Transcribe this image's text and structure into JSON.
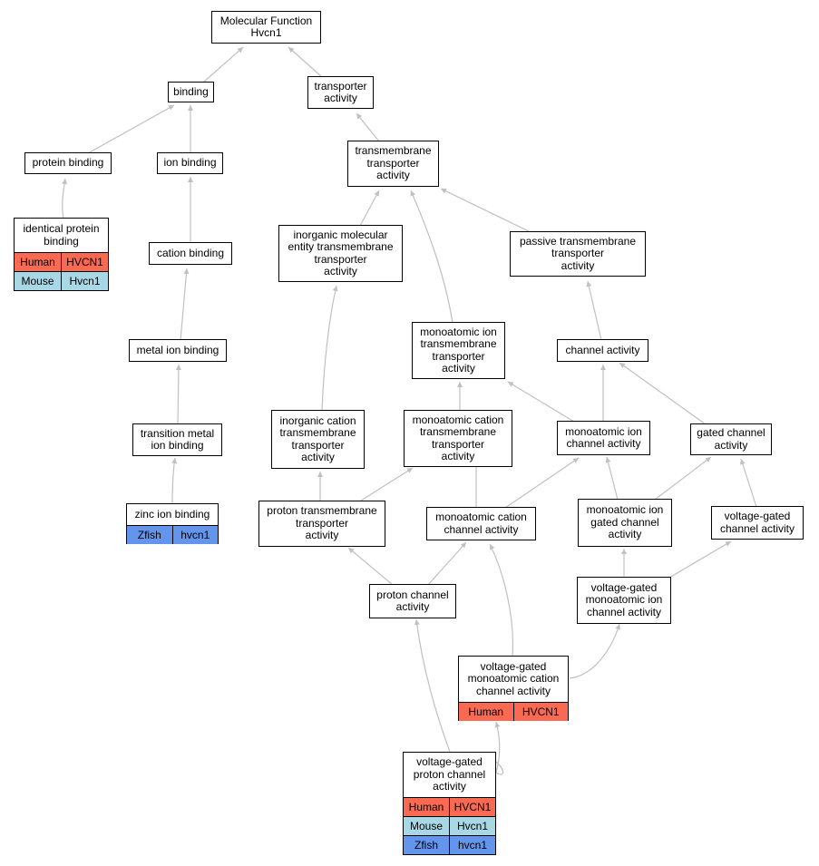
{
  "diagram": {
    "title_node": {
      "line1": "Molecular Function",
      "line2": "Hvcn1"
    },
    "nodes": {
      "binding": "binding",
      "transporter_activity": "transporter\nactivity",
      "protein_binding": "protein binding",
      "ion_binding": "ion binding",
      "transmembrane_transporter_activity": "transmembrane\ntransporter\nactivity",
      "identical_protein_binding": "identical protein\nbinding",
      "cation_binding": "cation binding",
      "inorganic_molecular_entity": "inorganic molecular\nentity transmembrane\ntransporter\nactivity",
      "passive_transmembrane": "passive transmembrane\ntransporter\nactivity",
      "monoatomic_ion_transmembrane": "monoatomic ion\ntransmembrane\ntransporter\nactivity",
      "channel_activity": "channel activity",
      "metal_ion_binding": "metal ion binding",
      "transition_metal_ion_binding": "transition metal\nion binding",
      "inorganic_cation_transmembrane": "inorganic cation\ntransmembrane\ntransporter\nactivity",
      "monoatomic_cation_transmembrane": "monoatomic cation\ntransmembrane\ntransporter\nactivity",
      "monoatomic_ion_channel_activity": "monoatomic ion\nchannel activity",
      "gated_channel_activity": "gated channel\nactivity",
      "zinc_ion_binding": "zinc ion binding",
      "proton_transmembrane": "proton transmembrane\ntransporter\nactivity",
      "monoatomic_cation_channel": "monoatomic cation\nchannel activity",
      "monoatomic_ion_gated_channel": "monoatomic ion\ngated channel\nactivity",
      "voltage_gated_channel": "voltage-gated\nchannel activity",
      "voltage_gated_monoatomic_ion": "voltage-gated\nmonoatomic ion\nchannel activity",
      "proton_channel_activity": "proton channel\nactivity",
      "voltage_gated_monoatomic_cation": "voltage-gated\nmonoatomic cation\nchannel activity",
      "voltage_gated_proton_channel": "voltage-gated\nproton channel\nactivity"
    },
    "annotations": {
      "identical_protein_binding": [
        {
          "species": "Human",
          "gene": "HVCN1"
        },
        {
          "species": "Mouse",
          "gene": "Hvcn1"
        }
      ],
      "zinc_ion_binding": [
        {
          "species": "Zfish",
          "gene": "hvcn1"
        }
      ],
      "voltage_gated_monoatomic_cation": [
        {
          "species": "Human",
          "gene": "HVCN1"
        }
      ],
      "voltage_gated_proton_channel": [
        {
          "species": "Human",
          "gene": "HVCN1"
        },
        {
          "species": "Mouse",
          "gene": "Hvcn1"
        },
        {
          "species": "Zfish",
          "gene": "hvcn1"
        }
      ]
    },
    "species_colors": {
      "Human": "#fa6a52",
      "Mouse": "#a8d8e6",
      "Zfish": "#6495ed"
    },
    "edge_color": "#c0c0c0"
  }
}
